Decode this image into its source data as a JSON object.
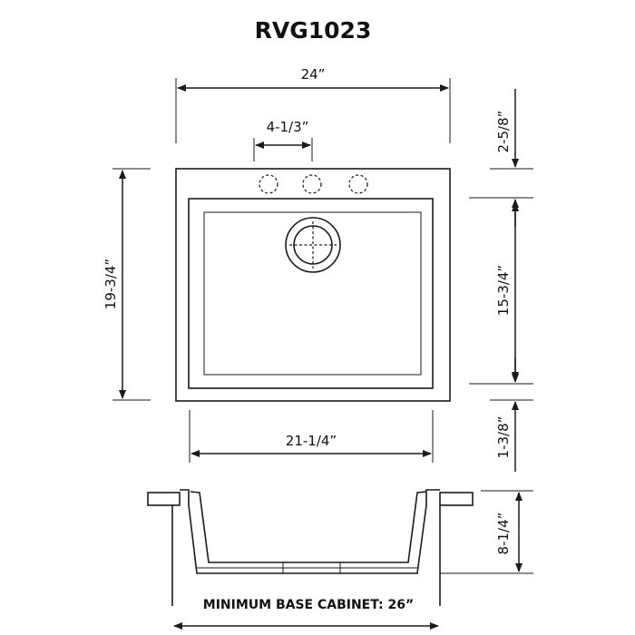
{
  "title": "RVG1023",
  "dimensions": {
    "overall_width": "24”",
    "faucet_spacing": "4-1/3”",
    "overall_depth": "19-3/4”",
    "rear_deck": "2-5/8”",
    "bowl_depth": "15-3/4”",
    "front_deck": "1-3/8”",
    "bowl_width": "21-1/4”",
    "sink_height": "8-1/4”"
  },
  "cabinet_note": "MINIMUM BASE CABINET: 26”",
  "icons": {
    "faucet_holes": "dashed-circle",
    "drain": "drain-icon",
    "arrow": "arrowhead"
  }
}
